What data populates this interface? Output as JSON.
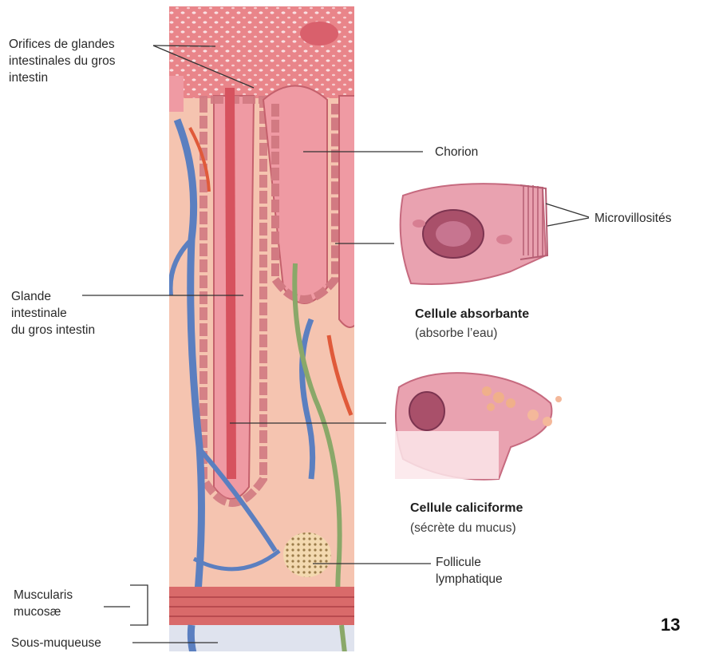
{
  "labels": {
    "orifices": "Orifices de glandes\nintestinales du gros\nintestin",
    "chorion": "Chorion",
    "microvillosites": "Microvillosités",
    "glande": "Glande\nintestinale\ndu gros intestin",
    "cellule_absorbante": "Cellule absorbante",
    "cellule_absorbante_desc": "(absorbe l’eau)",
    "cellule_caliciforme": "Cellule caliciforme",
    "cellule_caliciforme_desc": "(sécrète du mucus)",
    "follicule": "Follicule\nlymphatique",
    "muscularis": "Muscularis\nmucosæ",
    "sous_muqueuse": "Sous-muqueuse"
  },
  "page_number": "13",
  "colors": {
    "tissue": "#f2b8a6",
    "epithelium": "#e98f98",
    "mucosa_top": "#e8727a",
    "vein": "#5b7fc0",
    "artery": "#e05a3a",
    "nerve": "#8aa869",
    "submucosa": "#dfe3ee"
  }
}
